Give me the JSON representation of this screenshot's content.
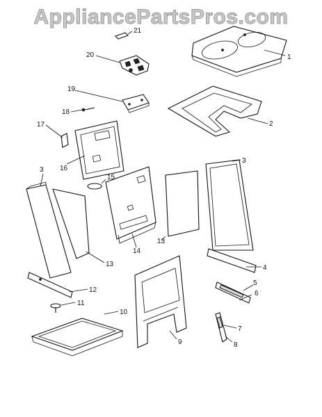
{
  "watermark": "AppliancePartsPros.com",
  "labels": {
    "p1": "1",
    "p2": "2",
    "p3a": "3",
    "p3b": "3",
    "p4": "4",
    "p5": "5",
    "p6": "6",
    "p7": "7",
    "p8": "8",
    "p9": "9",
    "p10": "10",
    "p11": "11",
    "p12": "12",
    "p13a": "13",
    "p13b": "13",
    "p14": "14",
    "p15": "15",
    "p16": "16",
    "p17": "17",
    "p18": "18",
    "p19": "19",
    "p20": "20",
    "p21": "21"
  }
}
